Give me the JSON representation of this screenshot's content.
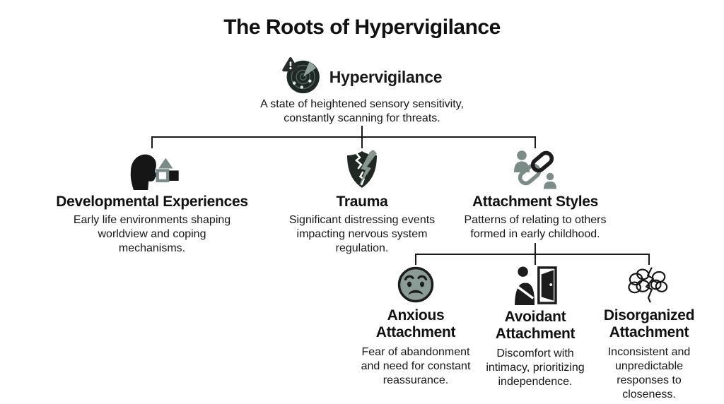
{
  "title": "The Roots of Hypervigilance",
  "root": {
    "title": "Hypervigilance",
    "description": "A state of heightened sensory sensitivity, constantly scanning for threats.",
    "icon": "radar-alert-icon"
  },
  "branches": [
    {
      "title": "Developmental Experiences",
      "description": "Early life environments shaping worldview and coping mechanisms.",
      "icon": "child-building-blocks-icon"
    },
    {
      "title": "Trauma",
      "description": "Significant distressing events impacting nervous system regulation.",
      "icon": "broken-shield-lightning-icon"
    },
    {
      "title": "Attachment Styles",
      "description": "Patterns of relating to others formed in early childhood.",
      "icon": "chain-links-people-icon"
    }
  ],
  "sub_branches": [
    {
      "title": "Anxious Attachment",
      "description": "Fear of abandonment and need for constant reassurance.",
      "icon": "worried-face-icon"
    },
    {
      "title": "Avoidant Attachment",
      "description": "Discomfort with intimacy, prioritizing independence.",
      "icon": "person-leaving-door-icon"
    },
    {
      "title": "Disorganized Attachment",
      "description": "Inconsistent and unpredictable responses to closeness.",
      "icon": "tangled-scribble-icon"
    }
  ],
  "colors": {
    "ink": "#1a1a1a",
    "muted_green_gray": "#7b8b87",
    "sage_face": "#8b9b96",
    "radar_dark": "#1e2925",
    "bolt_gray": "#87978f",
    "background": "#ffffff"
  }
}
